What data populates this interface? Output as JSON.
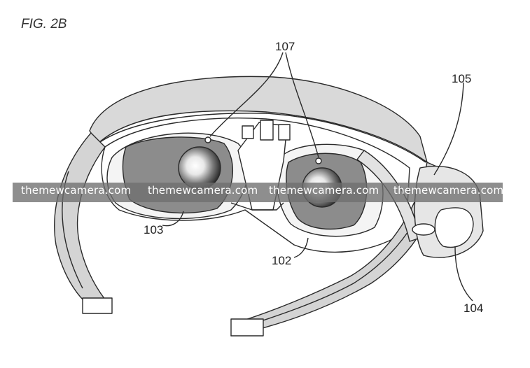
{
  "figure": {
    "title": "FIG. 2B",
    "labels": {
      "l107": "107",
      "l105": "105",
      "l103": "103",
      "l102": "102",
      "l104": "104"
    }
  },
  "watermark": {
    "items": [
      "themewcamera.com",
      "themewcamera.com",
      "themewcamera.com",
      "themewcamera.com"
    ]
  },
  "colors": {
    "line": "#2a2a2a",
    "band_fill": "#d8d8d8",
    "lens_panel": "#8c8c8c",
    "watermark_band": "#6e6e6e"
  }
}
